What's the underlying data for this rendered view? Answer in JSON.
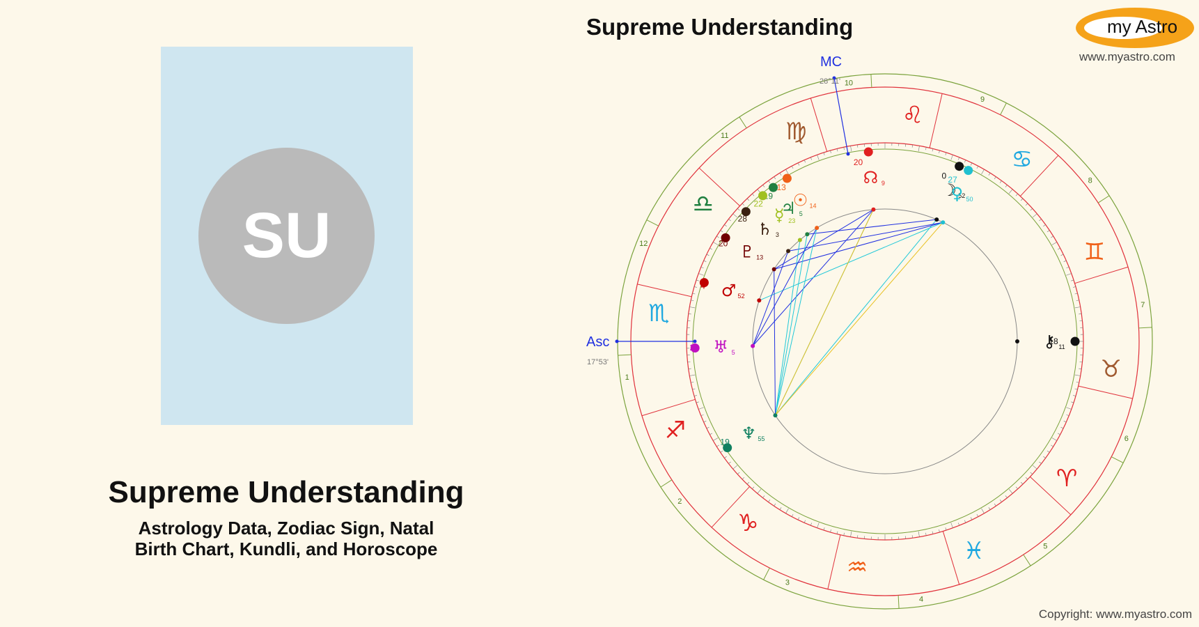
{
  "profile": {
    "initials": "SU",
    "name": "Supreme Understanding",
    "subtitle_line1": "Astrology Data, Zodiac Sign, Natal",
    "subtitle_line2": "Birth Chart, Kundli, and Horoscope"
  },
  "chart": {
    "title": "Supreme Understanding",
    "asc_label": "Asc",
    "asc_degree": "17°53'",
    "mc_label": "MC",
    "mc_degree": "28°11'",
    "colors": {
      "outer_ring": "#7aa23b",
      "inner_ring": "#e0303a",
      "aspect_blue": "#2030e0",
      "aspect_cyan": "#20c8d8",
      "aspect_yellow": "#e8c020",
      "background": "#fdf8ea"
    },
    "house_numbers": [
      "1",
      "2",
      "3",
      "4",
      "5",
      "6",
      "7",
      "8",
      "9",
      "10",
      "11",
      "12"
    ],
    "signs": [
      {
        "name": "leo-glyph",
        "glyph": "♌",
        "color": "#e02020"
      },
      {
        "name": "cancer-glyph",
        "glyph": "♋",
        "color": "#1fa8e0"
      },
      {
        "name": "gemini-glyph",
        "glyph": "♊",
        "color": "#f06018"
      },
      {
        "name": "taurus-glyph",
        "glyph": "♉",
        "color": "#a05a30"
      },
      {
        "name": "aries-glyph",
        "glyph": "♈",
        "color": "#e02020"
      },
      {
        "name": "pisces-glyph",
        "glyph": "♓",
        "color": "#1fa8e0"
      },
      {
        "name": "aquarius-glyph",
        "glyph": "♒",
        "color": "#f06018"
      },
      {
        "name": "capricorn-glyph",
        "glyph": "♑",
        "color": "#e02020"
      },
      {
        "name": "sagittarius-glyph",
        "glyph": "♐",
        "color": "#e02020"
      },
      {
        "name": "scorpio-glyph",
        "glyph": "♏",
        "color": "#1fa8e0"
      },
      {
        "name": "libra-glyph",
        "glyph": "♎",
        "color": "#208040"
      },
      {
        "name": "virgo-glyph",
        "glyph": "♍",
        "color": "#a05a30"
      }
    ],
    "planets": [
      {
        "name": "north-node",
        "glyph": "☊",
        "deg": "20",
        "min": "9",
        "color": "#e02020"
      },
      {
        "name": "moon",
        "glyph": "☽",
        "deg": "0",
        "min": "52",
        "color": "#111111"
      },
      {
        "name": "venus",
        "glyph": "♀",
        "deg": "27",
        "min": "50",
        "color": "#20c0d0"
      },
      {
        "name": "sun",
        "glyph": "☉",
        "deg": "13",
        "min": "14",
        "color": "#f06018"
      },
      {
        "name": "jupiter",
        "glyph": "♃",
        "deg": "19",
        "min": "5",
        "color": "#208040"
      },
      {
        "name": "mercury",
        "glyph": "☿",
        "deg": "22",
        "min": "23",
        "color": "#a0c020"
      },
      {
        "name": "saturn",
        "glyph": "♄",
        "deg": "28",
        "min": "3",
        "color": "#3a2010"
      },
      {
        "name": "pluto",
        "glyph": "♇",
        "deg": "20",
        "min": "13",
        "color": "#700000"
      },
      {
        "name": "mars",
        "glyph": "♂",
        "deg": "4",
        "min": "52",
        "color": "#c00000"
      },
      {
        "name": "uranus",
        "glyph": "♅",
        "deg": "22",
        "min": "5",
        "color": "#c010c0"
      },
      {
        "name": "neptune",
        "glyph": "♆",
        "deg": "19",
        "min": "55",
        "color": "#108060"
      },
      {
        "name": "chiron",
        "glyph": "⚷",
        "deg": "18",
        "min": "11",
        "color": "#111111"
      }
    ]
  },
  "branding": {
    "logo_text": "my Astro",
    "site_url": "www.myastro.com",
    "copyright": "Copyright: www.myastro.com"
  }
}
